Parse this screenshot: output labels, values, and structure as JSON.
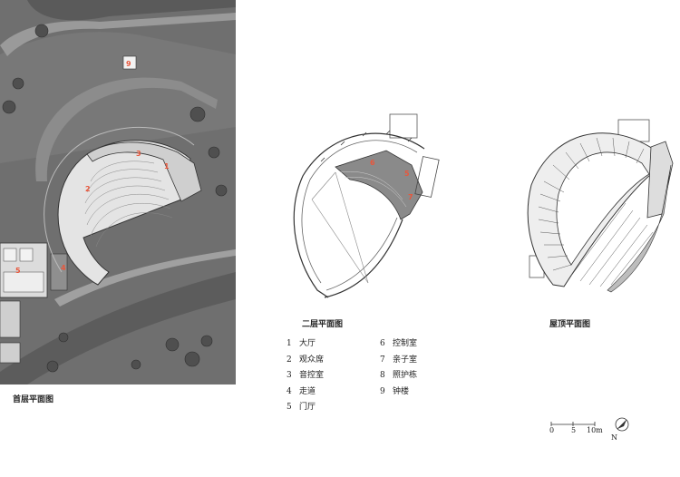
{
  "captions": {
    "ground": "首层平面图",
    "second": "二层平面图",
    "roof": "屋顶平面图"
  },
  "ground_labels": [
    "1",
    "2",
    "3",
    "4",
    "5",
    "9"
  ],
  "second_labels": [
    "5",
    "6",
    "7"
  ],
  "legend": [
    {
      "num": "1",
      "label": "大厅"
    },
    {
      "num": "2",
      "label": "观众席"
    },
    {
      "num": "3",
      "label": "音控室"
    },
    {
      "num": "4",
      "label": "走道"
    },
    {
      "num": "5",
      "label": "门厅"
    },
    {
      "num": "6",
      "label": "控制室"
    },
    {
      "num": "7",
      "label": "亲子室"
    },
    {
      "num": "8",
      "label": "照护栋"
    },
    {
      "num": "9",
      "label": "钟楼"
    }
  ],
  "scale": {
    "labels": [
      "0",
      "5",
      "10m"
    ]
  },
  "north": {
    "label": "N"
  },
  "colors": {
    "site": "#6e6e6e",
    "label": "#e8573c",
    "line": "#444444"
  }
}
